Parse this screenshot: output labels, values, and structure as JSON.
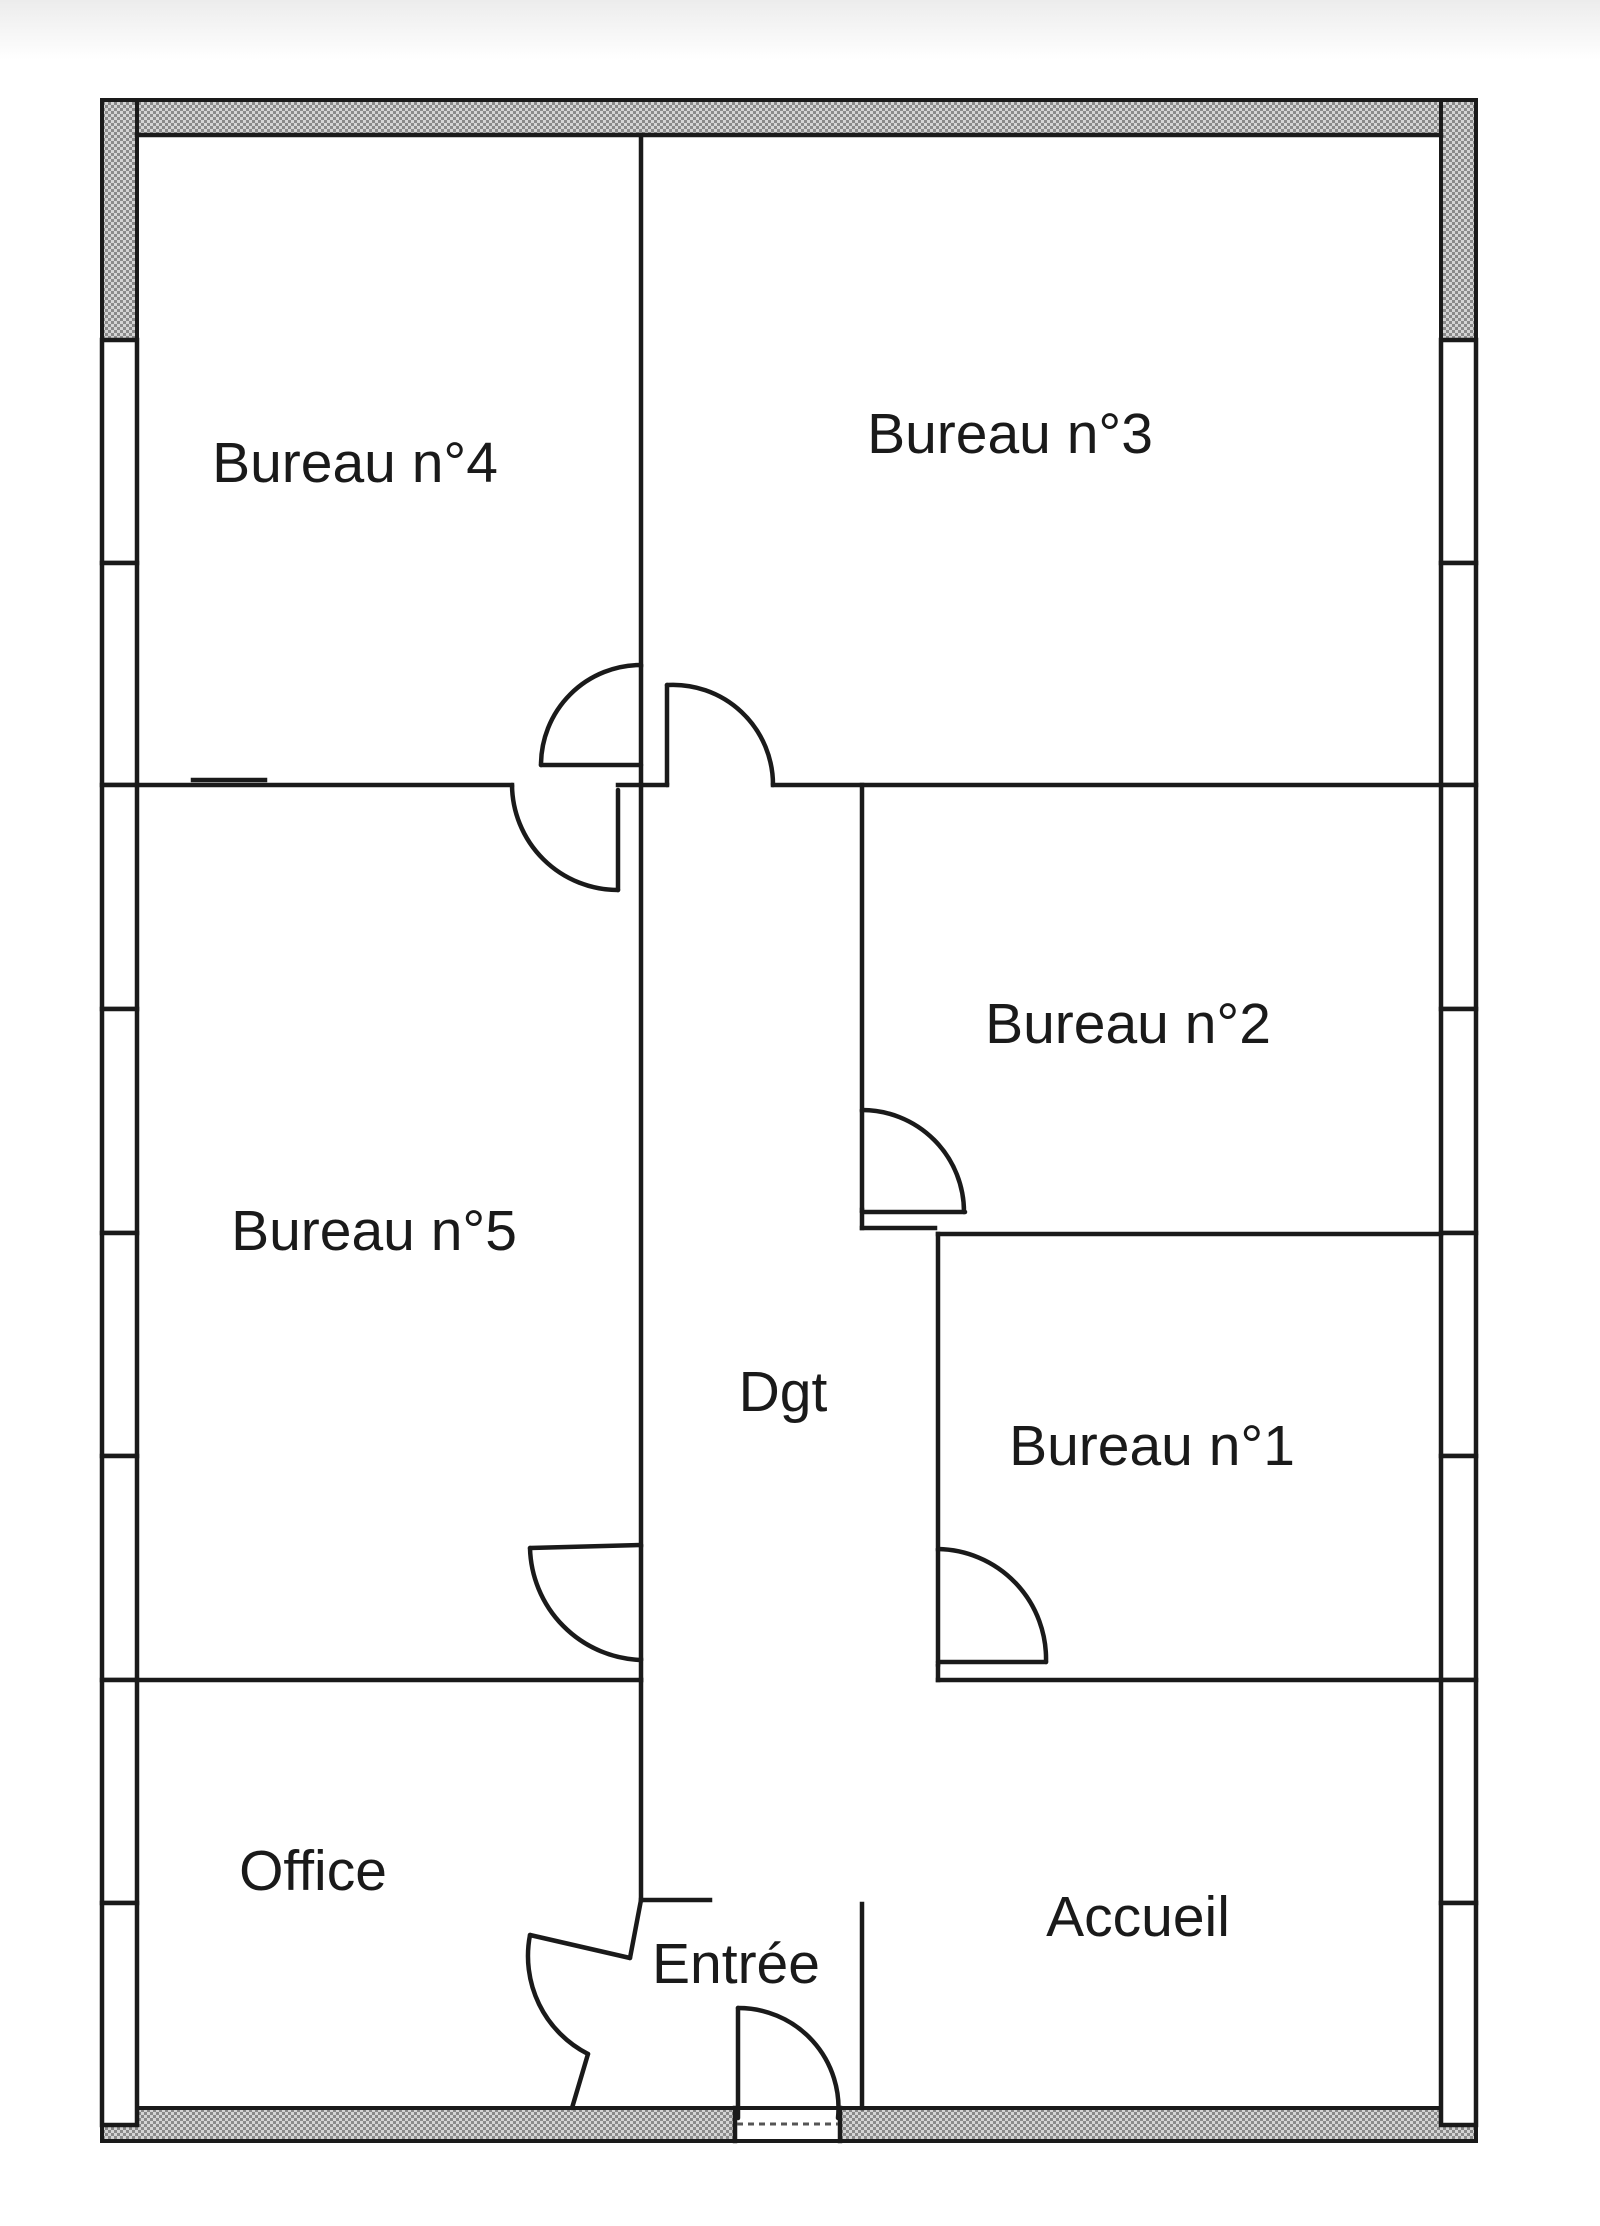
{
  "plan": {
    "rooms": {
      "bureau4": "Bureau n°4",
      "bureau3": "Bureau n°3",
      "bureau2": "Bureau n°2",
      "bureau5": "Bureau n°5",
      "dgt": "Dgt",
      "bureau1": "Bureau n°1",
      "office": "Office",
      "entree": "Entrée",
      "accueil": "Accueil"
    }
  }
}
